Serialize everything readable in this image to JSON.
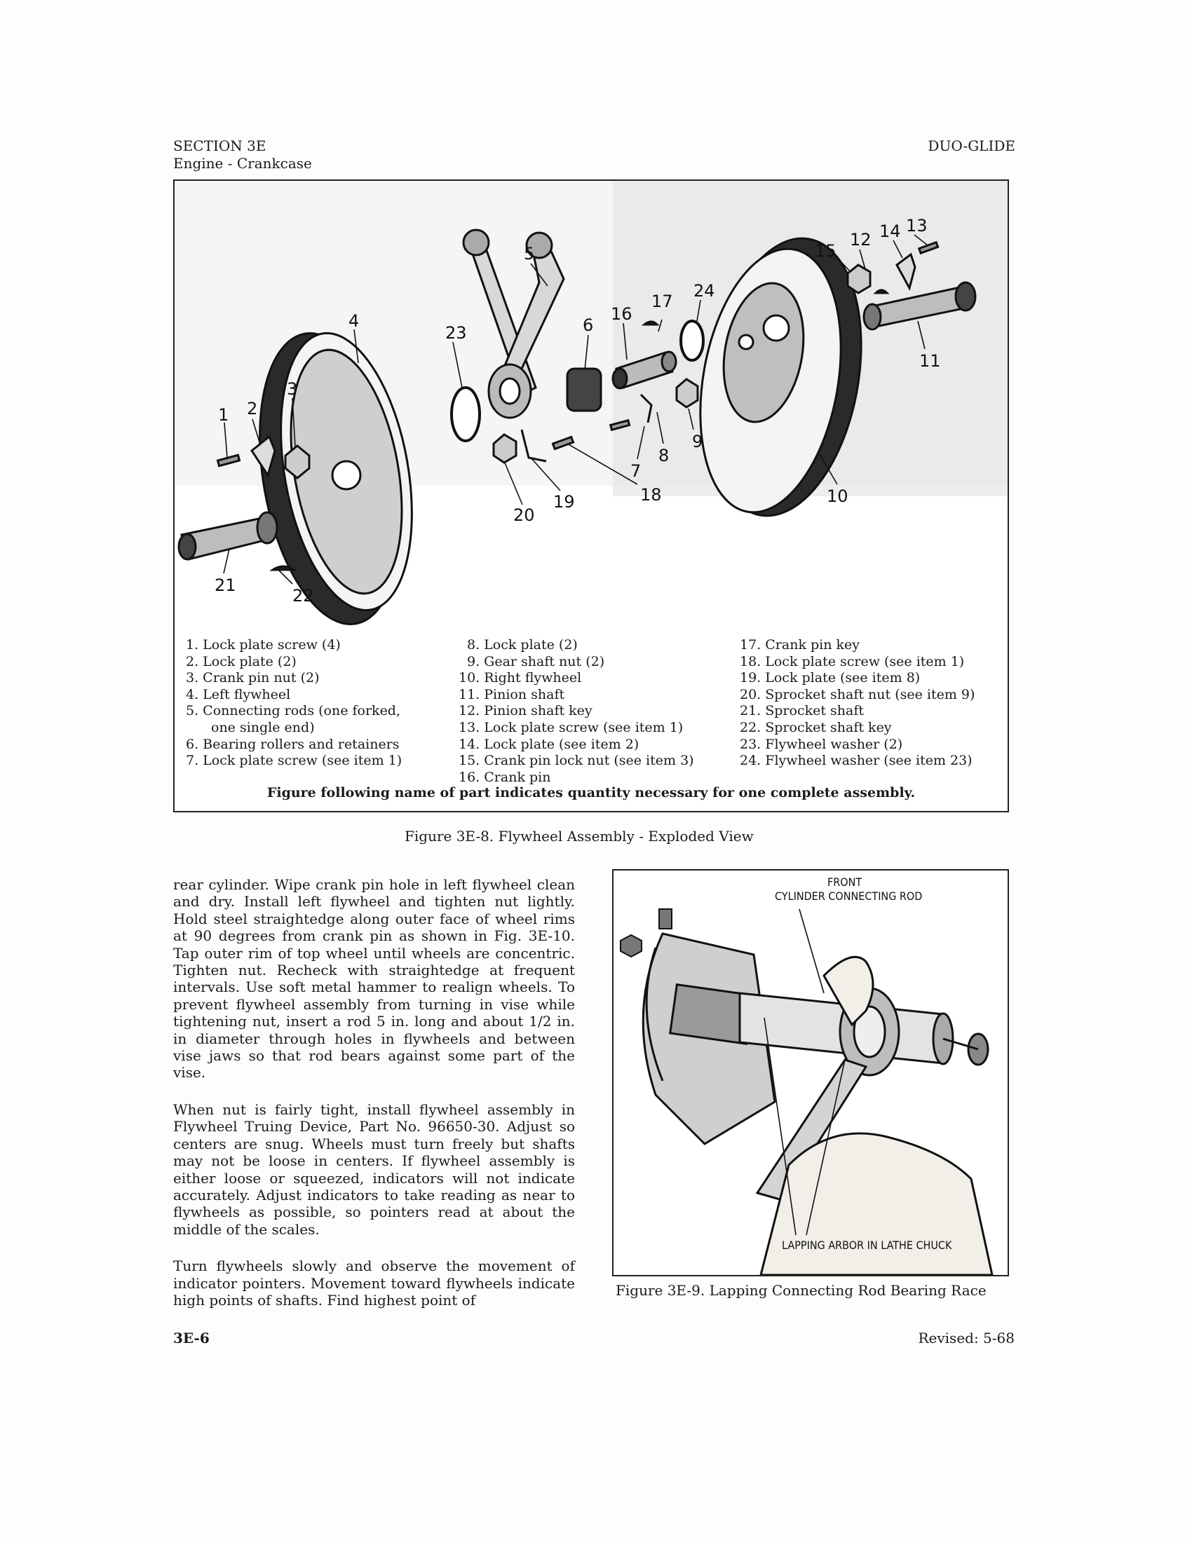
{
  "header": {
    "section": "SECTION 3E",
    "subsection": "Engine - Crankcase",
    "model": "DUO-GLIDE"
  },
  "figure_8": {
    "callouts": [
      "1",
      "2",
      "3",
      "4",
      "5",
      "6",
      "7",
      "8",
      "9",
      "10",
      "11",
      "12",
      "13",
      "14",
      "15",
      "16",
      "17",
      "18",
      "19",
      "20",
      "21",
      "22",
      "23",
      "24"
    ],
    "legend": [
      [
        "1. Lock plate screw (4)",
        "2. Lock plate (2)",
        "3. Crank pin nut (2)",
        "4. Left flywheel",
        "5. Connecting rods (one forked,",
        "    one single end)",
        "6. Bearing rollers and retainers",
        "7. Lock plate screw (see item 1)"
      ],
      [
        "8. Lock plate (2)",
        "9. Gear shaft nut (2)",
        "10. Right flywheel",
        "11. Pinion shaft",
        "12. Pinion shaft key",
        "13. Lock plate screw (see item 1)",
        "14. Lock plate (see item 2)",
        "15. Crank pin lock nut (see item 3)",
        "16. Crank pin"
      ],
      [
        "17. Crank pin key",
        "18. Lock plate screw (see item 1)",
        "19. Lock plate (see item 8)",
        "20. Sprocket shaft nut (see item 9)",
        "21. Sprocket shaft",
        "22. Sprocket shaft key",
        "23. Flywheel washer (2)",
        "24. Flywheel washer (see item 23)"
      ]
    ],
    "note": "Figure following name of part indicates quantity necessary for one complete assembly.",
    "caption": "Figure 3E-8. Flywheel Assembly - Exploded View"
  },
  "body": {
    "paragraphs": [
      "rear cylinder. Wipe crank pin hole in left flywheel clean and dry. Install left flywheel and tighten nut lightly. Hold steel straightedge along outer face of wheel rims at 90 degrees from crank pin as shown in Fig. 3E-10. Tap outer rim of top wheel until wheels are concentric. Tighten nut. Recheck with straightedge at frequent intervals. Use soft metal hammer to realign wheels. To prevent flywheel assembly from turning in vise while tightening nut, insert a rod 5 in. long and about 1/2 in. in diameter through holes in flywheels and between vise jaws so that rod bears against some part of the vise.",
      "When nut is fairly tight, install flywheel assembly in Flywheel Truing Device, Part No. 96650-30. Adjust so centers are snug. Wheels must turn freely but shafts may not be loose in centers. If flywheel assembly is either loose or squeezed, indicators will not indicate accurately. Adjust indicators to take reading as near to flywheels as possible, so pointers read at about the middle of the scales.",
      "Turn flywheels slowly and observe the movement of indicator pointers. Movement toward flywheels indicate high points of shafts. Find highest point of"
    ]
  },
  "figure_9": {
    "label_top_1": "FRONT",
    "label_top_2": "CYLINDER CONNECTING ROD",
    "label_bottom": "LAPPING ARBOR IN LATHE CHUCK",
    "caption": "Figure 3E-9. Lapping Connecting Rod Bearing Race"
  },
  "footer": {
    "page": "3E-6",
    "revised": "Revised:  5-68"
  }
}
